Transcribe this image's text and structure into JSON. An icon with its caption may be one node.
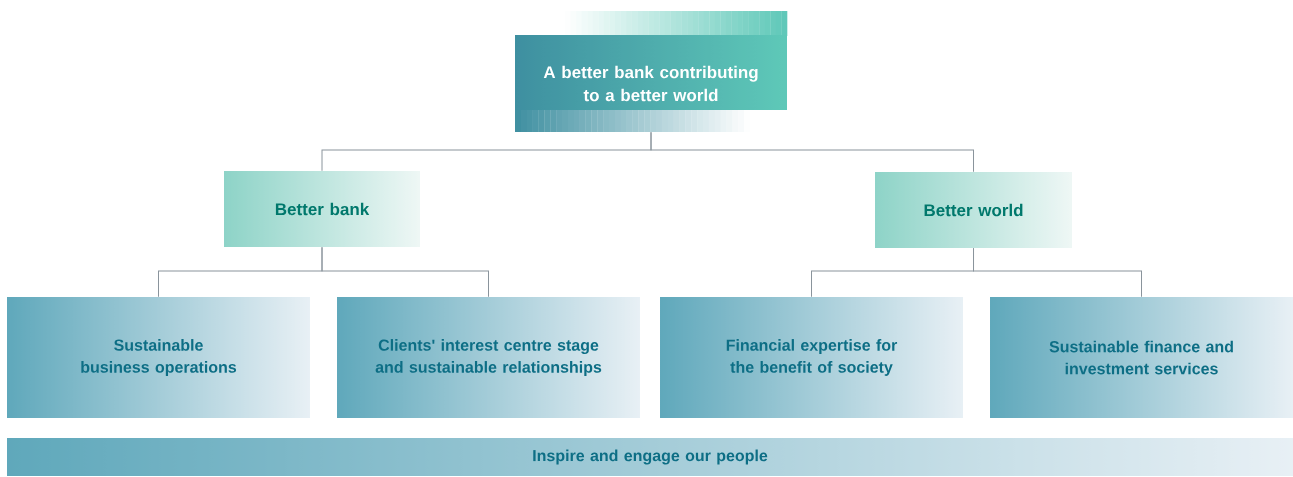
{
  "diagram": {
    "nodes": [
      {
        "text": [
          "A better bank contributing to a better world"
        ]
      },
      {
        "text": [
          "Better bank"
        ]
      },
      {
        "text": [
          "Better world"
        ]
      },
      {
        "text": [
          "Sustainable business operations"
        ]
      },
      {
        "text": [
          "Clients' interest centre stage and sustainable relationships"
        ]
      },
      {
        "text": [
          "Financial expertise for the benefit of society"
        ]
      },
      {
        "text": [
          "Sustainable finance and investment services"
        ]
      },
      {
        "text": [
          "Inspire and engage our people"
        ]
      }
    ],
    "edges": [
      {
        "from": 0,
        "to": 1,
        "arrow": "none"
      },
      {
        "from": 0,
        "to": 2,
        "arrow": "none"
      },
      {
        "from": 1,
        "to": 3,
        "arrow": "none"
      },
      {
        "from": 1,
        "to": 4,
        "arrow": "none"
      },
      {
        "from": 2,
        "to": 5,
        "arrow": "none"
      },
      {
        "from": 2,
        "to": 6,
        "arrow": "none"
      }
    ]
  }
}
